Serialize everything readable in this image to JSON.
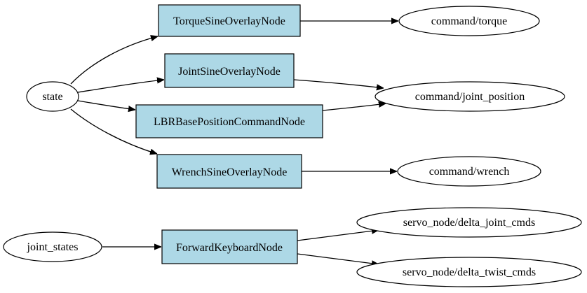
{
  "graph": {
    "topics": [
      {
        "id": "state",
        "label": "state"
      },
      {
        "id": "cmd_torque",
        "label": "command/torque"
      },
      {
        "id": "cmd_joint",
        "label": "command/joint_position"
      },
      {
        "id": "cmd_wrench",
        "label": "command/wrench"
      },
      {
        "id": "joint_states",
        "label": "joint_states"
      },
      {
        "id": "delta_joint",
        "label": "servo_node/delta_joint_cmds"
      },
      {
        "id": "delta_twist",
        "label": "servo_node/delta_twist_cmds"
      }
    ],
    "nodes": [
      {
        "id": "torque_node",
        "label": "TorqueSineOverlayNode"
      },
      {
        "id": "joint_node",
        "label": "JointSineOverlayNode"
      },
      {
        "id": "lbr_node",
        "label": "LBRBasePositionCommandNode"
      },
      {
        "id": "wrench_node",
        "label": "WrenchSineOverlayNode"
      },
      {
        "id": "keyboard_node",
        "label": "ForwardKeyboardNode"
      }
    ],
    "edges": [
      {
        "from": "state",
        "to": "torque_node"
      },
      {
        "from": "state",
        "to": "joint_node"
      },
      {
        "from": "state",
        "to": "lbr_node"
      },
      {
        "from": "state",
        "to": "wrench_node"
      },
      {
        "from": "torque_node",
        "to": "cmd_torque"
      },
      {
        "from": "joint_node",
        "to": "cmd_joint"
      },
      {
        "from": "lbr_node",
        "to": "cmd_joint"
      },
      {
        "from": "wrench_node",
        "to": "cmd_wrench"
      },
      {
        "from": "joint_states",
        "to": "keyboard_node"
      },
      {
        "from": "keyboard_node",
        "to": "delta_joint"
      },
      {
        "from": "keyboard_node",
        "to": "delta_twist"
      }
    ],
    "colors": {
      "node_fill": "#add8e6",
      "topic_fill": "#ffffff",
      "stroke": "#000000"
    }
  }
}
